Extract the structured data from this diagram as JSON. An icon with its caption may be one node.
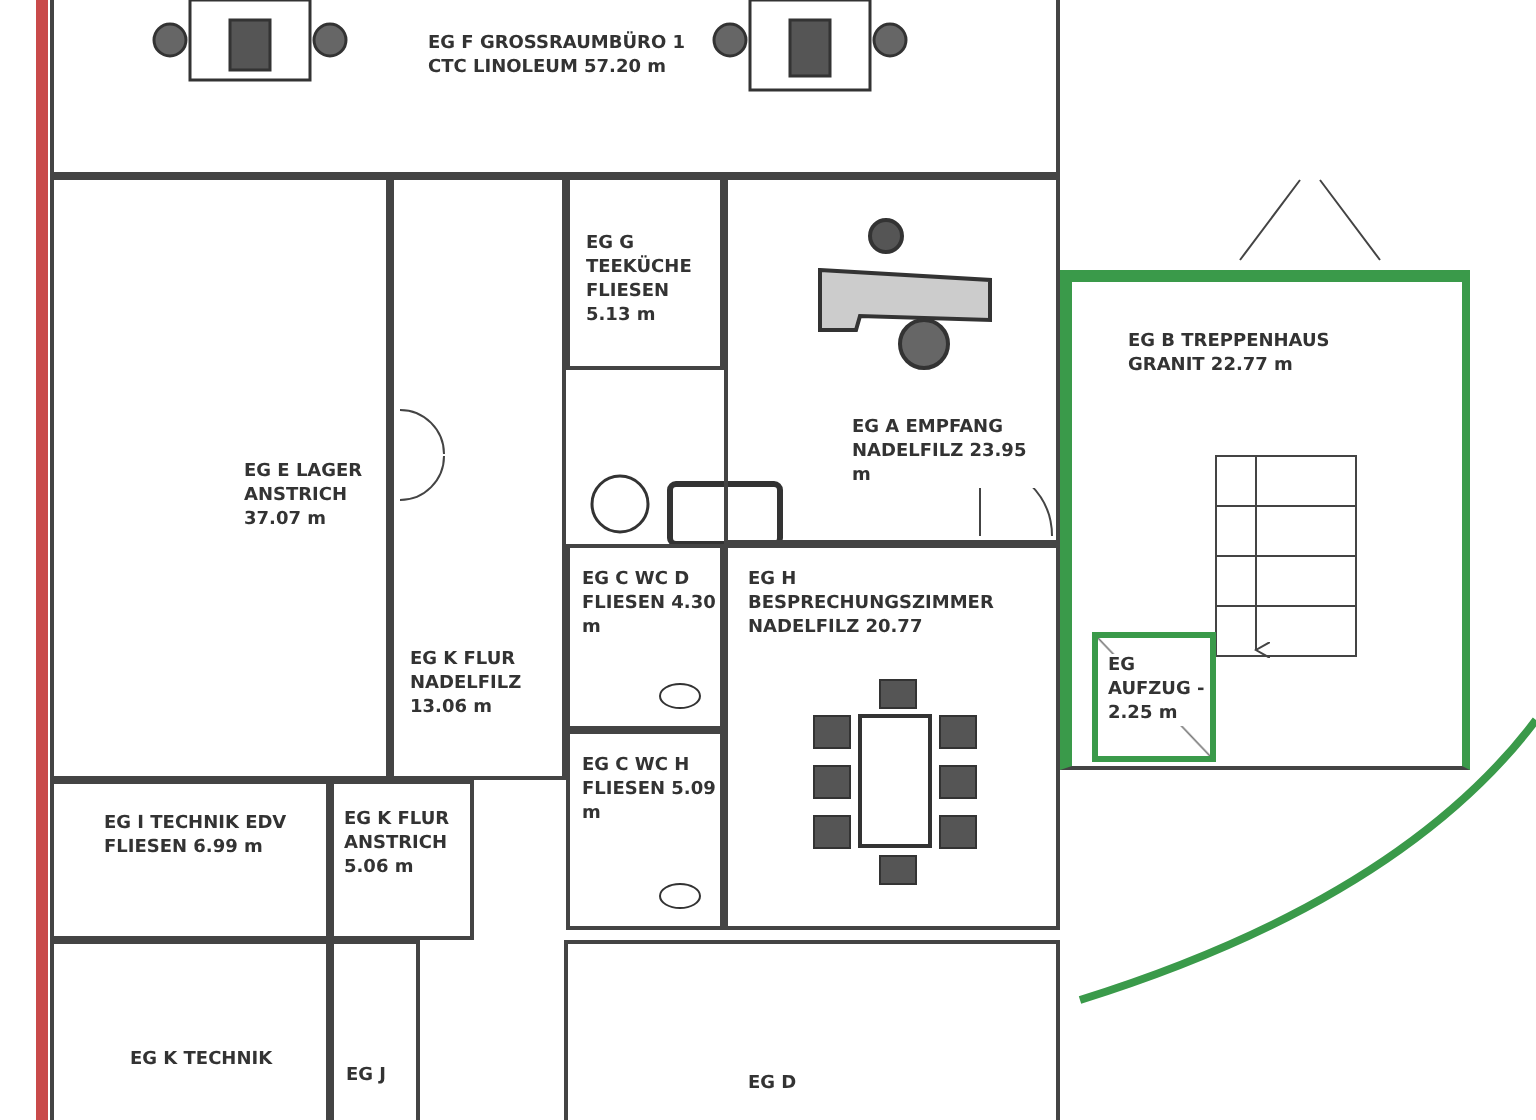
{
  "diagram": {
    "nodes": [
      {
        "text": [
          "EG F GROSSRAUMBÜRO 1 CTC LINOLEUM 57.20 m"
        ]
      },
      {
        "text": [
          "EG G TEEKÜCHE FLIESEN 5.13 m"
        ]
      },
      {
        "text": [
          "EG A EMPFANG NADELFILZ 23.95 m"
        ]
      },
      {
        "text": [
          "EG B TREPPENHAUS GRANIT 22.77 m"
        ]
      },
      {
        "text": [
          "EG AUFZUG - 2.25 m"
        ],
        "in": 3
      },
      {
        "text": [
          "EG E LAGER ANSTRICH 37.07 m"
        ]
      },
      {
        "text": [
          "EG K FLUR NADELFILZ 13.06 m"
        ]
      },
      {
        "text": [
          "EG C WC D FLIESEN 4.30 m"
        ]
      },
      {
        "text": [
          "EG C WC H FLIESEN 5.09 m"
        ]
      },
      {
        "text": [
          "EG H BESPRECHUNGSZIMMER NADELFILZ 20.77"
        ]
      },
      {
        "text": [
          "EG I TECHNIK EDV FLIESEN 6.99 m"
        ]
      },
      {
        "text": [
          "EG K FLUR ANSTRICH 5.06 m"
        ]
      },
      {
        "text": [
          "EG K TECHNIK"
        ]
      },
      {
        "text": [
          "EG J"
        ]
      },
      {
        "text": [
          "EG D"
        ]
      }
    ]
  }
}
